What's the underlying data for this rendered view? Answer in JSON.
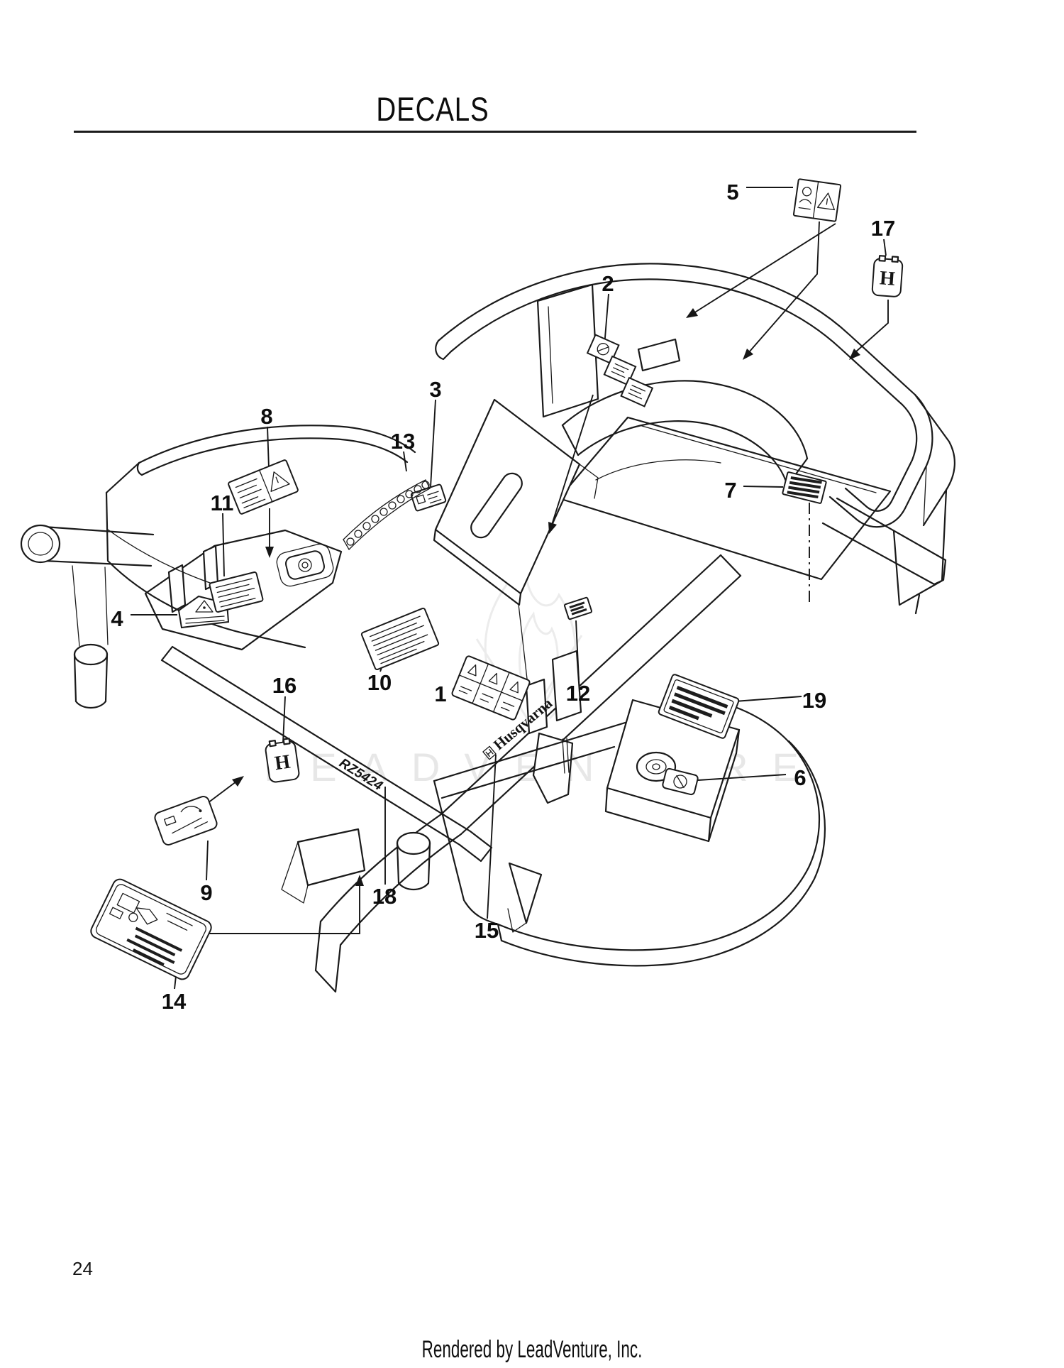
{
  "page": {
    "title": "DECALS",
    "page_number": "24",
    "footer": "Rendered by LeadVenture, Inc.",
    "watermark_text": "LEADVENTURE"
  },
  "diagram": {
    "type": "exploded-parts-diagram",
    "subject": "mower deck and frame decal locations",
    "callouts": [
      {
        "label": "1",
        "decal": "warning-pictogram-grid-decal"
      },
      {
        "label": "2",
        "decal": "control-strip-decal"
      },
      {
        "label": "3",
        "decal": "small-instruction-decal"
      },
      {
        "label": "4",
        "decal": "danger-console-decal"
      },
      {
        "label": "5",
        "decal": "rear-fender-warning-decal"
      },
      {
        "label": "6",
        "decal": "belt-cover-symbol-decal"
      },
      {
        "label": "7",
        "decal": "frame-plate-striped-decal"
      },
      {
        "label": "8",
        "decal": "console-warning-decal"
      },
      {
        "label": "9",
        "decal": "lift-instruction-decal"
      },
      {
        "label": "10",
        "decal": "footplate-text-decal"
      },
      {
        "label": "11",
        "decal": "console-text-decal"
      },
      {
        "label": "12",
        "decal": "bracket-mini-decal"
      },
      {
        "label": "13",
        "decal": "height-indicator-arc-decal"
      },
      {
        "label": "14",
        "decal": "engine-schematic-plate-decal"
      },
      {
        "label": "15",
        "decal": "husqvarna-wordmark-decal"
      },
      {
        "label": "16",
        "decal": "crown-badge-front"
      },
      {
        "label": "17",
        "decal": "crown-badge-rear"
      },
      {
        "label": "18",
        "decal": "model-number-decal"
      },
      {
        "label": "19",
        "decal": "deck-warning-text-decal"
      }
    ],
    "brand": {
      "wordmark": "Husqvarna",
      "model": "RZ5424",
      "monogram": "H"
    },
    "colors": {
      "line": "#1a1a1a",
      "background": "#ffffff",
      "watermark": "#e7e7e7"
    }
  }
}
